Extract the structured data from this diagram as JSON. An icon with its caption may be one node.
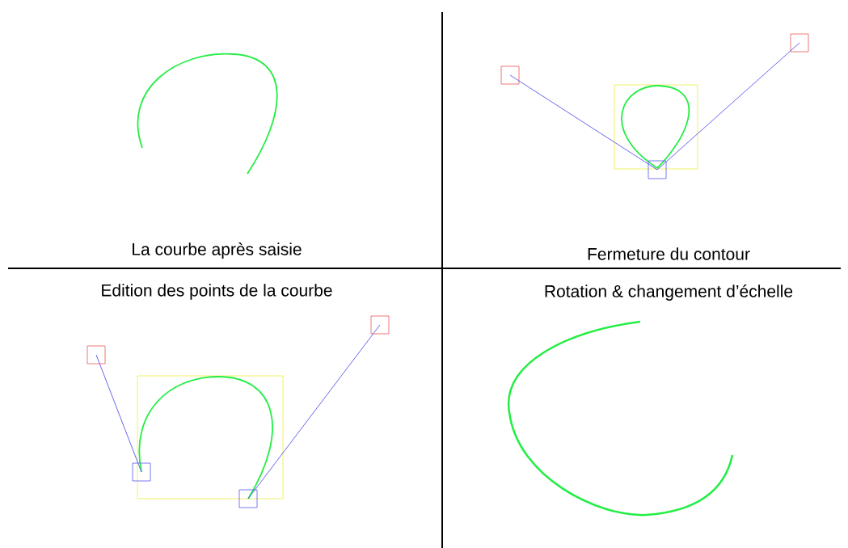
{
  "diagram": {
    "nodes": [
      {
        "text": [],
        "shape": "box"
      },
      {
        "text": [],
        "shape": "box"
      },
      {
        "text": [],
        "shape": "box"
      },
      {
        "text": [],
        "shape": "box"
      },
      {
        "text": [],
        "shape": "box"
      },
      {
        "text": [],
        "shape": "box"
      },
      {
        "text": [],
        "shape": "box"
      }
    ],
    "edges": [
      {
        "from": 0,
        "to": 1,
        "arrow": "none"
      },
      {
        "from": 2,
        "to": 1,
        "arrow": "none"
      },
      {
        "from": 3,
        "to": 4,
        "arrow": "none"
      },
      {
        "from": 6,
        "to": 5,
        "arrow": "none"
      }
    ],
    "labels": [
      "La courbe après saisie",
      "Fermeture du contour",
      "Edition des points de la courbe",
      "Rotation & changement d’échelle"
    ]
  }
}
